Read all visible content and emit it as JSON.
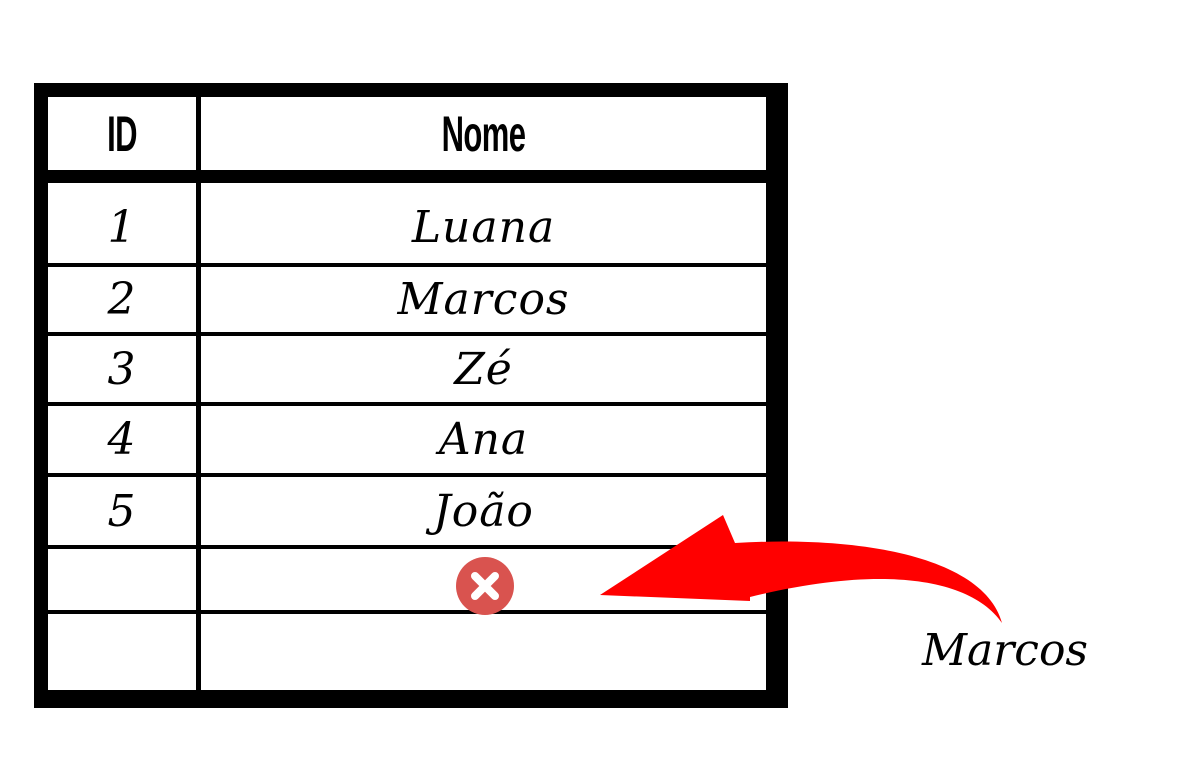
{
  "table": {
    "headers": {
      "id": "ID",
      "name": "Nome"
    },
    "rows": [
      {
        "id": "1",
        "name": "Luana"
      },
      {
        "id": "2",
        "name": "Marcos"
      },
      {
        "id": "3",
        "name": "Zé"
      },
      {
        "id": "4",
        "name": "Ana"
      },
      {
        "id": "5",
        "name": "João"
      }
    ]
  },
  "rejected_row": {
    "icon": "error-x-circle-icon",
    "color": "#d9534f"
  },
  "incoming": {
    "label": "Marcos",
    "arrow_color": "#ff0000"
  }
}
